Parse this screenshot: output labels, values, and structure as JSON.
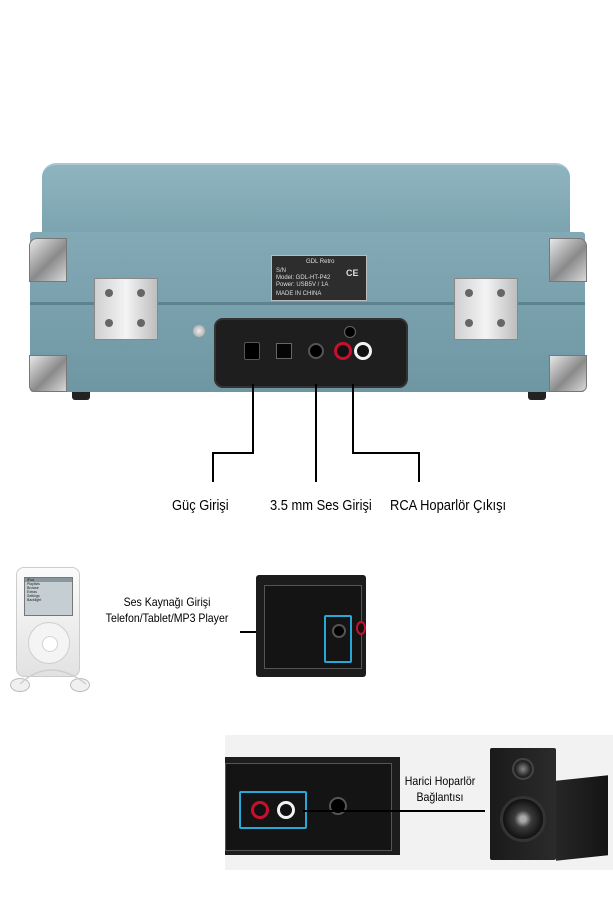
{
  "device_label": {
    "brand": "GDL Retro",
    "row1": "S/N",
    "row2": "Model: GDL-HT-P42",
    "row3": "Power: USB5V / 1A",
    "row4": "MADE IN CHINA"
  },
  "callouts": {
    "power_input": "Güç Girişi",
    "audio_input": "3.5 mm Ses Girişi",
    "rca_output": "RCA Hoparlör Çıkışı"
  },
  "source_input": {
    "line1": "Ses Kaynağı Girişi",
    "line2": "Telefon/Tablet/MP3 Player"
  },
  "ipod_menu": {
    "title": "iPod",
    "items": [
      "Playlists",
      "Browse",
      "Extras",
      "Settings",
      "Backlight"
    ]
  },
  "external_speaker": {
    "line1": "Harici Hoparlör",
    "line2": "Bağlantısı"
  },
  "colors": {
    "case_blue": "#7aa3af",
    "highlight": "#27a8d8",
    "rca_red": "#c8102e",
    "rca_white": "#f2f2f2"
  }
}
